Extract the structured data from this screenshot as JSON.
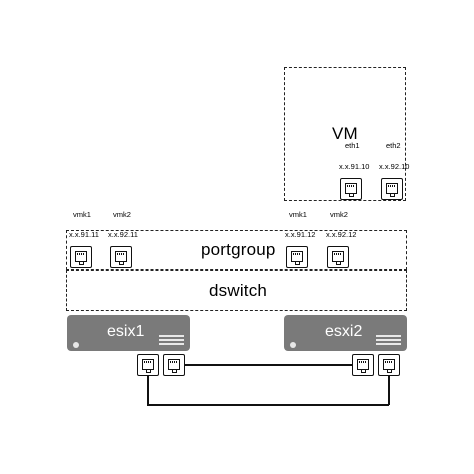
{
  "vm": {
    "label": "VM",
    "nics": [
      {
        "name": "eth1",
        "ip": "x.x.91.10"
      },
      {
        "name": "eth2",
        "ip": "x.x.92.10"
      }
    ]
  },
  "portgroup": {
    "label": "portgroup",
    "left_vmks": [
      {
        "name": "vmk1",
        "ip": "x.x.91.11"
      },
      {
        "name": "vmk2",
        "ip": "x.x.92.11"
      }
    ],
    "right_vmks": [
      {
        "name": "vmk1",
        "ip": "x.x.91.12"
      },
      {
        "name": "vmk2",
        "ip": "x.x.92.12"
      }
    ]
  },
  "dswitch": {
    "label": "dswitch"
  },
  "hosts": [
    {
      "name": "esix1"
    },
    {
      "name": "esxi2"
    }
  ],
  "colors": {
    "server_fill": "#7a7a7a",
    "line": "#111111"
  }
}
